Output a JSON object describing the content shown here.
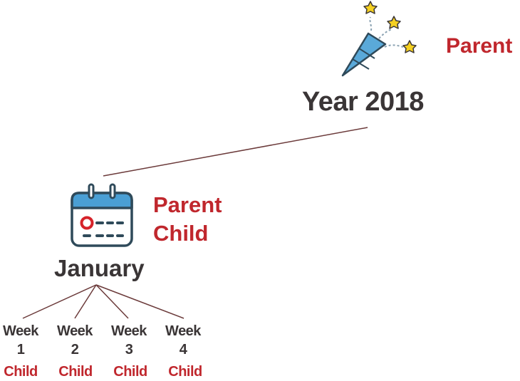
{
  "colors": {
    "text": "#3a3536",
    "role_red": "#c0272d",
    "connector": "#6b3a3a",
    "calendar_blue": "#4a9fd4",
    "party_blue": "#5aa9d9",
    "star_yellow": "#f5d020"
  },
  "root": {
    "label": "Year 2018",
    "role": "Parent",
    "icon": "party-popper-icon"
  },
  "month": {
    "label": "January",
    "role_line1": "Parent",
    "role_line2": "Child",
    "icon": "calendar-icon"
  },
  "weeks": [
    {
      "word": "Week",
      "number": "1",
      "role": "Child"
    },
    {
      "word": "Week",
      "number": "2",
      "role": "Child"
    },
    {
      "word": "Week",
      "number": "3",
      "role": "Child"
    },
    {
      "word": "Week",
      "number": "4",
      "role": "Child"
    }
  ]
}
